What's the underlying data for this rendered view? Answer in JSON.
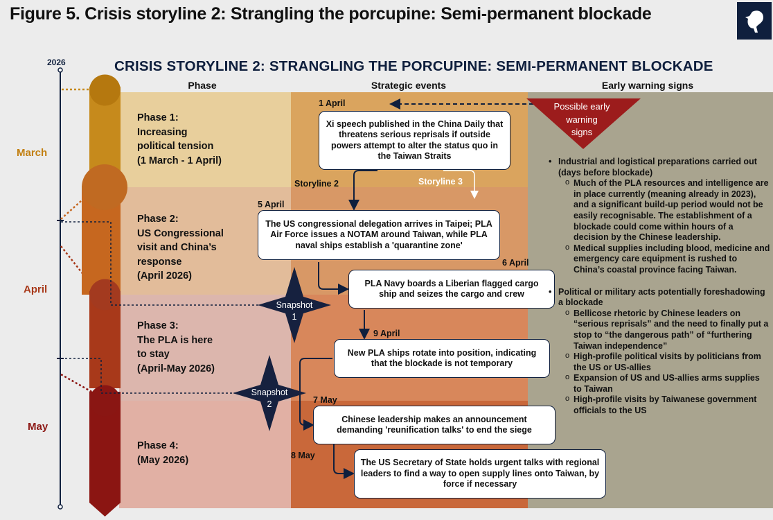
{
  "figure_title": "Figure 5. Crisis storyline 2: Strangling the porcupine: Semi-permanent blockade",
  "main_title": "CRISIS STORYLINE 2: STRANGLING THE PORCUPINE: SEMI-PERMANENT BLOCKADE",
  "columns": {
    "phase": "Phase",
    "events": "Strategic events",
    "warning": "Early warning signs"
  },
  "timeline": {
    "year": "2026",
    "months": [
      "March",
      "April",
      "May"
    ]
  },
  "phases": [
    {
      "lines": [
        "Phase 1:",
        "Increasing",
        "political tension",
        "(1 March - 1 April)"
      ]
    },
    {
      "lines": [
        "Phase 2:",
        "US Congressional",
        "visit and China’s",
        "response",
        "(April 2026)"
      ]
    },
    {
      "lines": [
        "Phase 3:",
        "The PLA is here",
        "to stay",
        "(April-May 2026)"
      ]
    },
    {
      "lines": [
        "Phase 4:",
        "(May 2026)"
      ]
    }
  ],
  "events": [
    {
      "date": "1 April",
      "text": "Xi speech published in the China Daily that threatens serious reprisals if outside powers attempt to alter the status quo in the Taiwan Straits"
    },
    {
      "date": "5 April",
      "text": "The US congressional delegation arrives in Taipei; PLA Air Force issues a NOTAM around Taiwan, while PLA naval ships establish a 'quarantine zone'"
    },
    {
      "date": "6 April",
      "text": "PLA Navy boards a Liberian flagged cargo ship and seizes the cargo and crew"
    },
    {
      "date": "9 April",
      "text": "New PLA ships rotate into position, indicating that the blockade is not temporary"
    },
    {
      "date": "7 May",
      "text": "Chinese leadership makes an announcement demanding 'reunification talks' to end the siege"
    },
    {
      "date": "8 May",
      "text": "The US Secretary of State holds urgent talks with regional leaders to find a way to open supply lines onto Taiwan, by force if necessary"
    }
  ],
  "storylines": {
    "a": "Storyline 2",
    "b": "Storyline 3"
  },
  "snapshots": [
    {
      "line1": "Snapshot",
      "line2": "1"
    },
    {
      "line1": "Snapshot",
      "line2": "2"
    }
  ],
  "warning_label": [
    "Possible early",
    "warning",
    "signs"
  ],
  "warnings": [
    {
      "text": "Industrial and logistical preparations carried out (days before blockade)",
      "subs": [
        "Much of the PLA resources and intelligence are in place currently (meaning already in 2023), and a significant build-up period would not be easily recognisable. The establishment of a blockade could come within hours of a decision by the Chinese leadership.",
        "Medical supplies including blood, medicine and emergency care equipment is rushed to China’s coastal province facing Taiwan."
      ]
    },
    {
      "text": "Political or military acts potentially foreshadowing a blockade",
      "subs": [
        "Bellicose rhetoric by Chinese leaders on “serious reprisals” and the need to finally put a stop to “the dangerous path” of “furthering Taiwan independence”",
        "High-profile political visits by politicians from the US or US-allies",
        "Expansion of US and US-allies arms supplies to Taiwan",
        "High-profile visits by Taiwanese government officials to the US"
      ]
    }
  ],
  "colors": {
    "navy": "#0f1f3d",
    "phase1": "#e8cf9c",
    "phase2": "#e2bc9a",
    "phase3": "#dcb6ad",
    "phase4": "#e1b0a4",
    "event1": "#daa45e",
    "event2": "#d89866",
    "event3": "#d8875b",
    "event4": "#c9683a",
    "warning_bg": "#a9a48f",
    "warn_triangle": "#9c1c1c",
    "bar_gold": "#c68a1c",
    "bar_orange": "#c6671f",
    "bar_red": "#a8391a",
    "bar_darkred": "#8b1512"
  }
}
